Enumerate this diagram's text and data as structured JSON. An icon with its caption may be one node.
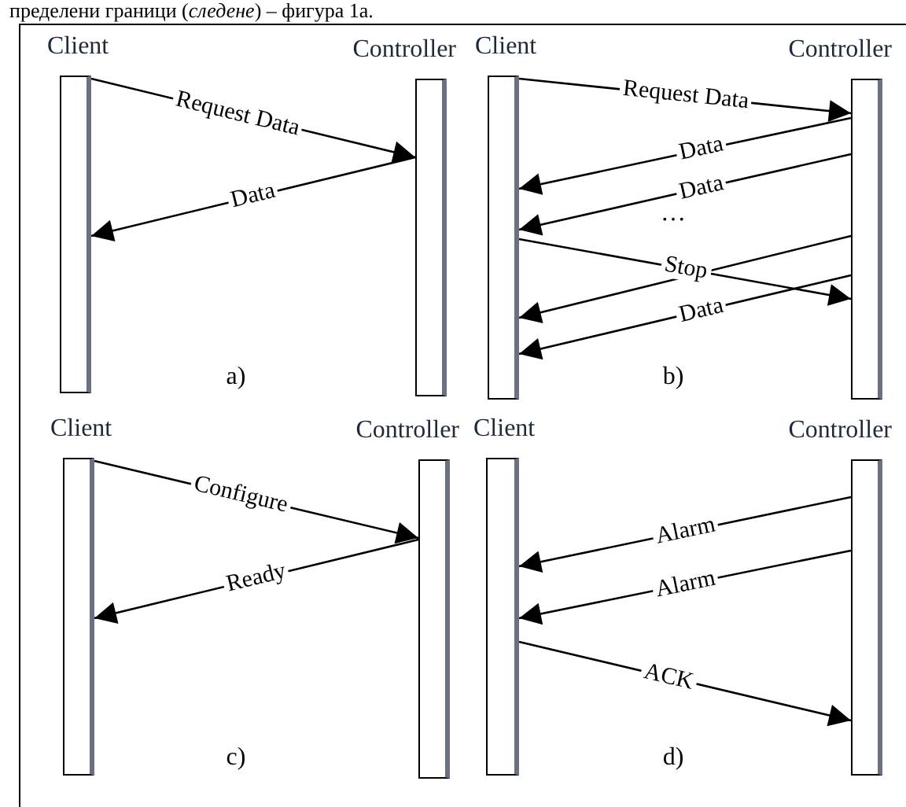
{
  "diagram": {
    "nodes": [
      {
        "text": [],
        "shape": "bar",
        "beside": [
          "Client"
        ]
      },
      {
        "text": [],
        "shape": "bar",
        "beside": [
          "Controller"
        ]
      },
      {
        "text": [],
        "shape": "bar",
        "beside": [
          "Client"
        ]
      },
      {
        "text": [],
        "shape": "bar",
        "beside": [
          "Controller"
        ]
      },
      {
        "text": [],
        "shape": "bar",
        "beside": [
          "Client"
        ]
      },
      {
        "text": [],
        "shape": "bar",
        "beside": [
          "Controller"
        ]
      },
      {
        "text": [],
        "shape": "bar",
        "beside": [
          "Client"
        ]
      },
      {
        "text": [],
        "shape": "bar",
        "beside": [
          "Controller"
        ]
      }
    ],
    "edges": [
      {
        "from": 0,
        "to": 1,
        "arrow": "to",
        "label": "Request Data"
      },
      {
        "from": 1,
        "to": 0,
        "arrow": "to",
        "label": "Data"
      },
      {
        "from": 2,
        "to": 3,
        "arrow": "to",
        "label": "Request Data"
      },
      {
        "from": 3,
        "to": 2,
        "arrow": "to",
        "label": "Data"
      },
      {
        "from": 3,
        "to": 2,
        "arrow": "to",
        "label": "Data"
      },
      {
        "from": 2,
        "to": 3,
        "arrow": "to",
        "label": "Stop"
      },
      {
        "from": 3,
        "to": 2,
        "arrow": "to"
      },
      {
        "from": 3,
        "to": 2,
        "arrow": "to",
        "label": "Data"
      },
      {
        "from": 4,
        "to": 5,
        "arrow": "to",
        "label": "Configure"
      },
      {
        "from": 5,
        "to": 4,
        "arrow": "to",
        "label": "Ready"
      },
      {
        "from": 7,
        "to": 6,
        "arrow": "to",
        "label": "Alarm"
      },
      {
        "from": 7,
        "to": 6,
        "arrow": "to",
        "label": "Alarm"
      },
      {
        "from": 6,
        "to": 7,
        "arrow": "to",
        "label": "ACK"
      }
    ],
    "labels": [
      "пределени граници (*следене*) – фигура 1а.",
      "a)",
      "b)",
      "…",
      "c)",
      "d)"
    ]
  }
}
